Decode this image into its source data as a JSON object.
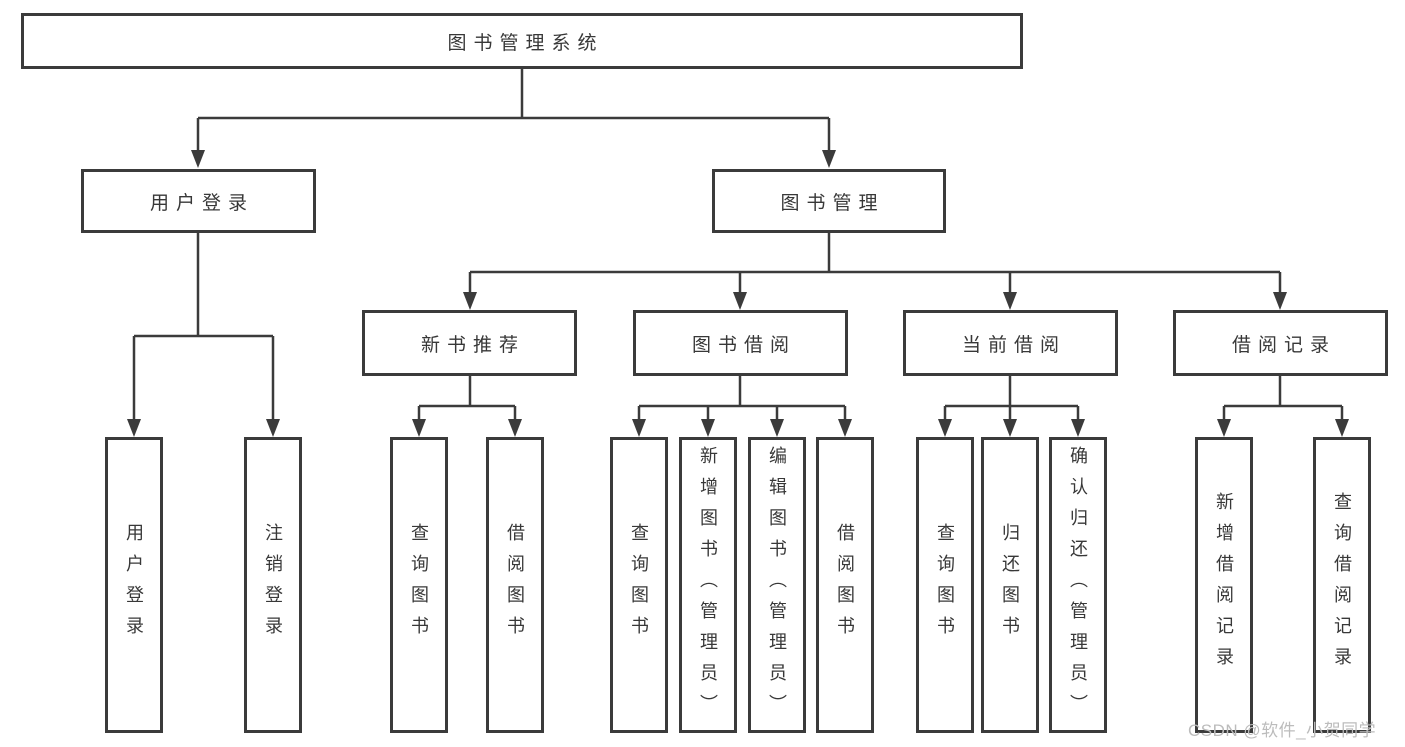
{
  "diagram": {
    "type": "tree",
    "root": {
      "label": "图书管理系统",
      "children": [
        {
          "label": "用户登录",
          "children": [
            {
              "label": "用户登录"
            },
            {
              "label": "注销登录"
            }
          ]
        },
        {
          "label": "图书管理",
          "children": [
            {
              "label": "新书推荐",
              "children": [
                {
                  "label": "查询图书"
                },
                {
                  "label": "借阅图书"
                }
              ]
            },
            {
              "label": "图书借阅",
              "children": [
                {
                  "label": "查询图书"
                },
                {
                  "label": "新增图书（管理员）"
                },
                {
                  "label": "编辑图书（管理员）"
                },
                {
                  "label": "借阅图书"
                }
              ]
            },
            {
              "label": "当前借阅",
              "children": [
                {
                  "label": "查询图书"
                },
                {
                  "label": "归还图书"
                },
                {
                  "label": "确认归还（管理员）"
                }
              ]
            },
            {
              "label": "借阅记录",
              "children": [
                {
                  "label": "新增借阅记录"
                },
                {
                  "label": "查询借阅记录"
                }
              ]
            }
          ]
        }
      ]
    }
  },
  "watermark": {
    "text": "CSDN @软件_小贺同学"
  },
  "colors": {
    "line": "#3b3b3b",
    "text": "#383838",
    "watermark": "#bcbcbc",
    "background": "#ffffff"
  }
}
